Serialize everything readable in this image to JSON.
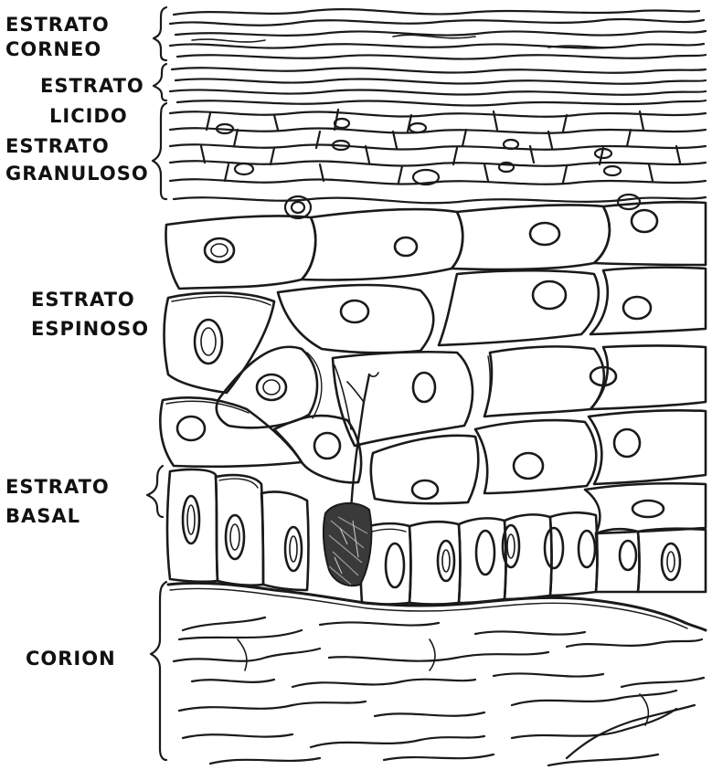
{
  "labels": {
    "corneo": [
      "ESTRATO",
      "CORNEO"
    ],
    "lucido": [
      "ESTRATO",
      "LICIDO"
    ],
    "granuloso": [
      "ESTRATO",
      "GRANULOSO"
    ],
    "espinoso": [
      "ESTRATO",
      "ESPINOSO"
    ],
    "basal": [
      "ESTRATO",
      "BASAL"
    ],
    "corion": "CORION"
  }
}
